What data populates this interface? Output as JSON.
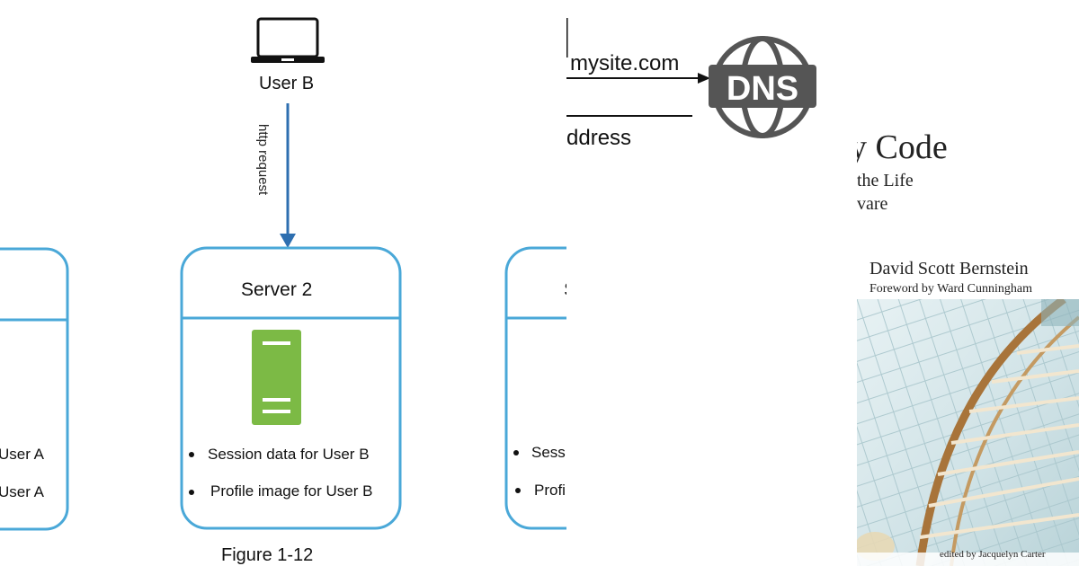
{
  "diagram": {
    "user_label": "User B",
    "arrow_label": "http request",
    "server_title": "Server 2",
    "left_bullets": [
      "User A",
      "User A"
    ],
    "center_bullets": [
      "Session data for User B",
      "Profile image for User B"
    ],
    "right_bullets": [
      "Sess",
      "Profi"
    ],
    "caption": "Figure 1-12",
    "right_server_title_fragment": "S"
  },
  "dns": {
    "domain": "mysite.com",
    "address_fragment": "ddress",
    "icon_text": "DNS"
  },
  "book": {
    "title_fragment": "y Code",
    "subtitle_lines": [
      "the Life",
      "vare"
    ],
    "author": "David Scott Bernstein",
    "foreword": "Foreword by Ward Cunningham",
    "editor": "edited by Jacquelyn Carter"
  },
  "colors": {
    "server_border": "#4aa8d8",
    "server_icon": "#7cba45",
    "arrow": "#2e6fb0",
    "dns_icon": "#555555"
  }
}
